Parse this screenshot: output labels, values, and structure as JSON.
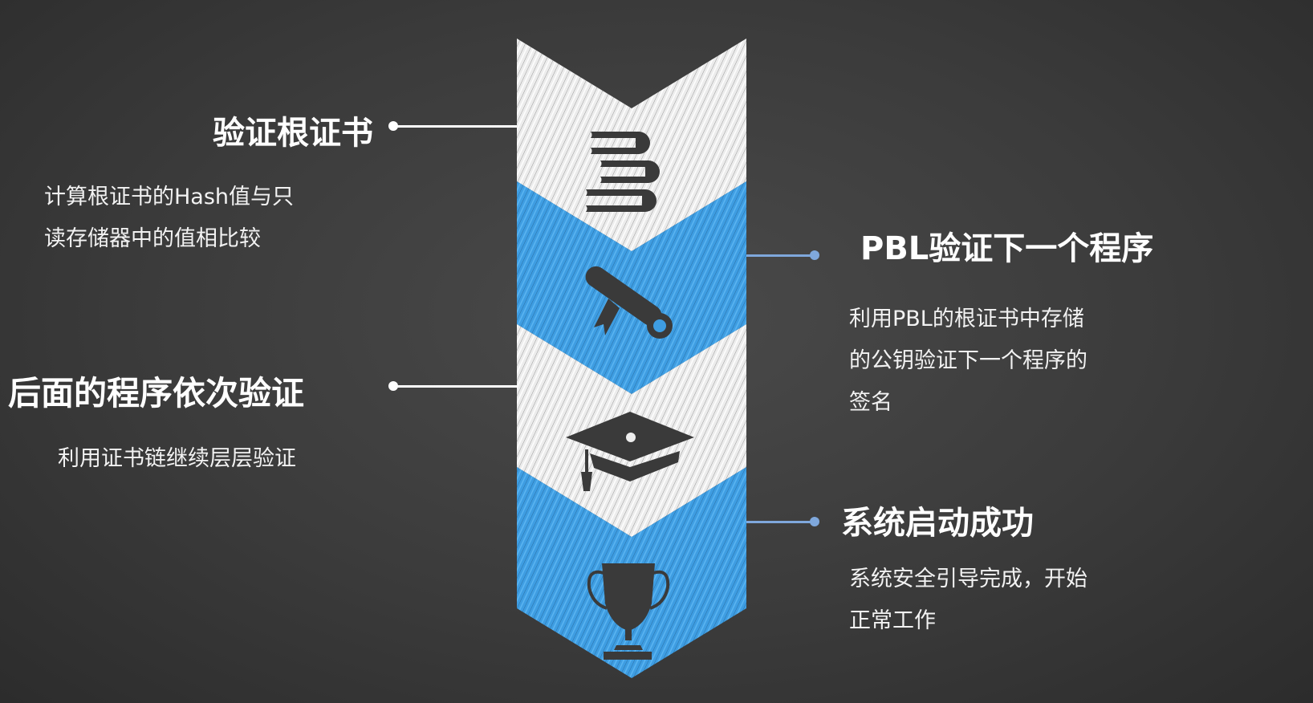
{
  "steps": [
    {
      "title": "验证根证书",
      "desc_lines": [
        "计算根证书的Hash值与只",
        "读存储器中的值相比较"
      ],
      "icon": "books-icon",
      "side": "left"
    },
    {
      "title": "PBL验证下一个程序",
      "desc_lines": [
        "利用PBL的根证书中存储",
        "的公钥验证下一个程序的",
        "签名"
      ],
      "icon": "diploma-scroll-icon",
      "side": "right"
    },
    {
      "title": "后面的程序依次验证",
      "desc_lines": [
        "利用证书链继续层层验证"
      ],
      "icon": "graduation-cap-icon",
      "side": "left"
    },
    {
      "title": "系统启动成功",
      "desc_lines": [
        "系统安全引导完成，开始",
        "正常工作"
      ],
      "icon": "trophy-icon",
      "side": "right"
    }
  ],
  "colors": {
    "white_band": "#eeeeee",
    "blue_band": "#3d9be0",
    "icon": "#3a3a3a",
    "connector_right": "#7fa8dc"
  }
}
